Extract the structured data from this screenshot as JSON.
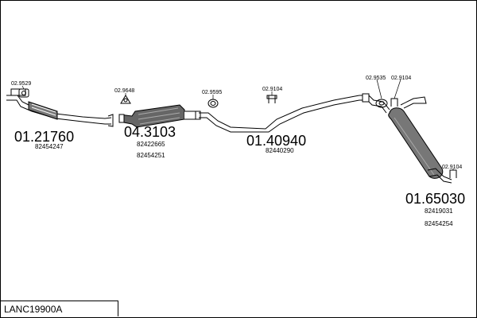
{
  "diagram": {
    "code": "LANC19900A",
    "parts": [
      {
        "number": "01.21760",
        "refs": [
          "82454247"
        ]
      },
      {
        "number": "04.3103",
        "refs": [
          "82422665",
          "82454251"
        ]
      },
      {
        "number": "01.40940",
        "refs": [
          "82440290"
        ]
      },
      {
        "number": "01.65030",
        "refs": [
          "82419031",
          "82454254"
        ]
      }
    ],
    "fittings": [
      "02.9529",
      "02.9648",
      "02.9595",
      "02.9104",
      "02.9535",
      "02.9104",
      "02.9104"
    ]
  }
}
